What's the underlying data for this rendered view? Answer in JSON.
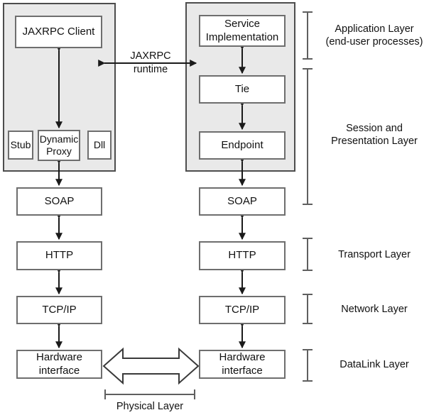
{
  "title": "JAXRPC runtime layered architecture diagram",
  "client_stack": {
    "client": "JAXRPC Client",
    "stub": "Stub",
    "dynamic_proxy": "Dynamic\nProxy",
    "dll": "Dll",
    "soap": "SOAP",
    "http": "HTTP",
    "tcpip": "TCP/IP",
    "hardware": "Hardware\ninterface"
  },
  "server_stack": {
    "service_implementation": "Service\nImplementation",
    "tie": "Tie",
    "endpoint": "Endpoint",
    "soap": "SOAP",
    "http": "HTTP",
    "tcpip": "TCP/IP",
    "hardware": "Hardware\ninterface"
  },
  "middle": {
    "runtime_label": "JAXRPC\nruntime"
  },
  "layers": {
    "application": "Application Layer\n(end-user processes)",
    "session": "Session and\nPresentation Layer",
    "transport": "Transport Layer",
    "network": "Network Layer",
    "datalink": "DataLink Layer",
    "physical": "Physical Layer"
  },
  "colors": {
    "background": "#ffffff",
    "panel_fill": "#e9e9e9",
    "panel_border": "#4d4d4d",
    "box_border": "#6e6e6e",
    "arrow": "#1a1a1a",
    "bracket": "#5f5f5f",
    "text": "#111111"
  }
}
